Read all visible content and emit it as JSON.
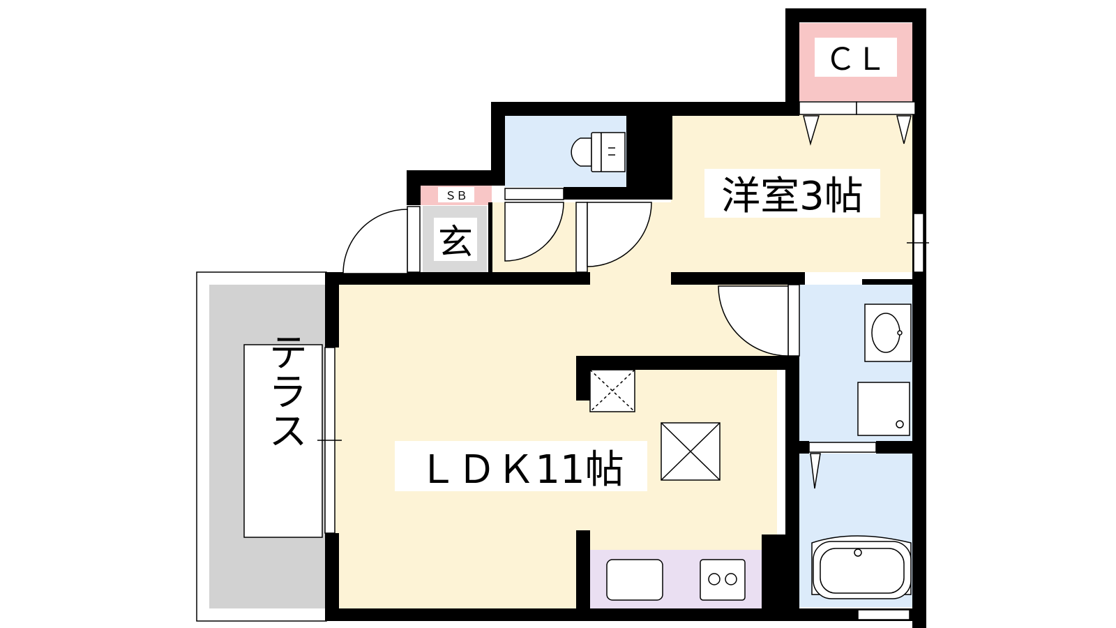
{
  "rooms": {
    "closet": "ＣＬ",
    "western_room": "洋室3帖",
    "shoe_box": "ＳＢ",
    "entrance": "玄",
    "ldk": "ＬＤＫ11帖",
    "terrace": "テラス"
  },
  "colors": {
    "wall": "#000000",
    "room_floor": "#fdf3d6",
    "wet_area": "#dcebfa",
    "closet": "#f8c6c6",
    "entrance": "#d9d9d9",
    "terrace": "#d2d2d2",
    "kitchen": "#eadff2"
  }
}
